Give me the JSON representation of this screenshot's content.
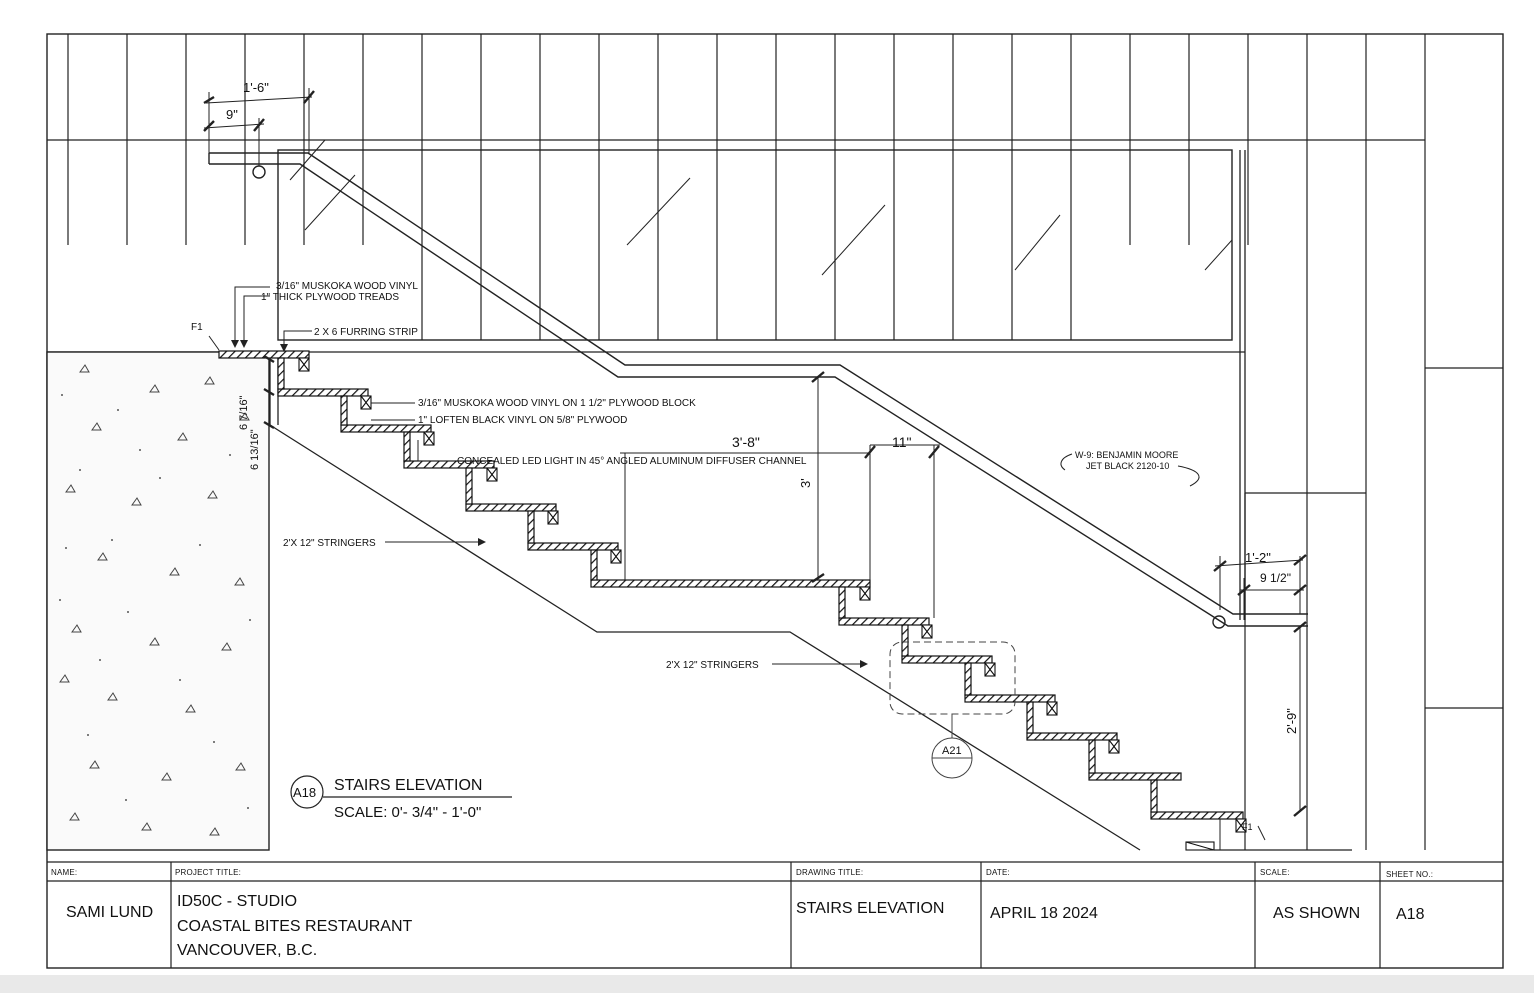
{
  "dimensions": {
    "handrail_return": "1'-6\"",
    "post_offset": "9\"",
    "riser_top": "6 7/16\"",
    "riser_bottom": "6 13/16\"",
    "landing_length": "3'-8\"",
    "tread_depth": "11\"",
    "landing_rail_height": "3'",
    "bottom_return": "1'-2\"",
    "bottom_offset": "9 1/2\"",
    "rail_height_bottom": "2'-9\""
  },
  "notes": {
    "tread_finish_line1": "3/16\" MUSKOKA WOOD VINYL",
    "tread_finish_line2": "1\" THICK PLYWOOD TREADS",
    "furring": "2 X 6 FURRING STRIP",
    "floor_ref": "F1",
    "floor_ref_bottom": "F1",
    "block_finish": "3/16\" MUSKOKA WOOD VINYL ON 1 1/2\" PLYWOOD BLOCK",
    "riser_finish": "1\" LOFTEN BLACK VINYL ON 5/8\" PLYWOOD",
    "led": "CONCEALED LED LIGHT IN 45° ANGLED ALUMINUM DIFFUSER CHANNEL",
    "paint_line1": "W-9: BENJAMIN MOORE",
    "paint_line2": "JET BLACK 2120-10",
    "stringers_upper": "2'X 12\" STRINGERS",
    "stringers_lower": "2'X 12\" STRINGERS",
    "detail_ref": "A21"
  },
  "view_title": {
    "tag": "A18",
    "title": "STAIRS ELEVATION",
    "scale": "SCALE: 0'- 3/4\" - 1'-0\""
  },
  "title_block": {
    "name_label": "NAME:",
    "name": "SAMI LUND",
    "project_label": "PROJECT TITLE:",
    "project_line1": "ID50C - STUDIO",
    "project_line2": "COASTAL BITES RESTAURANT",
    "project_line3": "VANCOUVER, B.C.",
    "drawing_label": "DRAWING TITLE:",
    "drawing_title": "STAIRS ELEVATION",
    "date_label": "DATE:",
    "date": "APRIL 18 2024",
    "scale_label": "SCALE:",
    "scale": "AS SHOWN",
    "sheet_label": "SHEET NO.:",
    "sheet": "A18"
  }
}
